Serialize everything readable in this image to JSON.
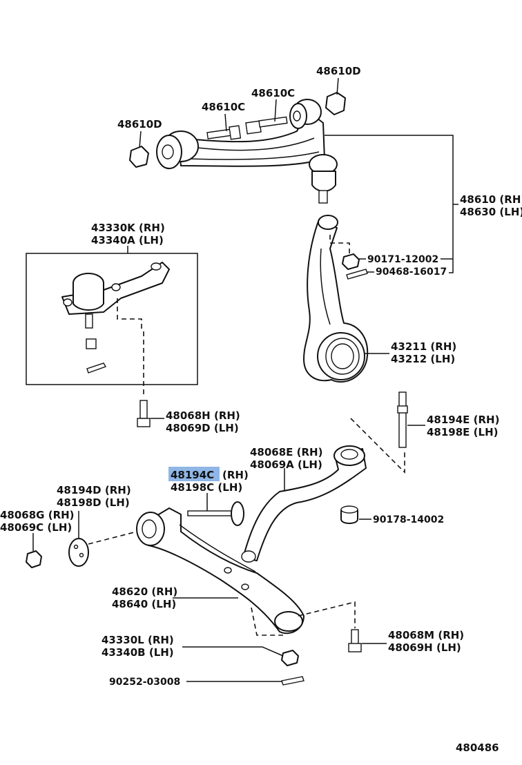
{
  "labels": {
    "nut_upper_right": "48610D",
    "bolt_upper_right": "48610C",
    "bolt_upper_left": "48610C",
    "nut_upper_left": "48610D",
    "upper_arm_rh": "48610 (RH)",
    "upper_arm_lh": "48630 (LH)",
    "nut_knuckle": "90171-12002",
    "pin_knuckle": "90468-16017",
    "ball_joint_rh": "43330K (RH)",
    "ball_joint_lh": "43340A (LH)",
    "knuckle_rh": "43211 (RH)",
    "knuckle_lh": "43212 (LH)",
    "bolt_ball_rh": "48068H (RH)",
    "bolt_ball_lh": "48069D (LH)",
    "stud_rh": "48194E (RH)",
    "stud_lh": "48198E (LH)",
    "lower_rear_rh": "48068E (RH)",
    "lower_rear_lh": "48069A (LH)",
    "cam_bolt_rh_code": "48194C",
    "cam_bolt_rh_suffix": "(RH)",
    "cam_bolt_lh": "48198C (LH)",
    "cam_plate_rh": "48194D (RH)",
    "cam_plate_lh": "48198D (LH)",
    "nut_lower": "90178-14002",
    "nut_front_rh": "48068G (RH)",
    "nut_front_lh": "48069C (LH)",
    "lower_arm_rh": "48620 (RH)",
    "lower_arm_lh": "48640 (LH)",
    "lower_bolt_rh": "48068M (RH)",
    "lower_bolt_lh": "48069H (LH)",
    "lower_ball_rh": "43330L (RH)",
    "lower_ball_lh": "43340B (LH)",
    "cotter_pin": "90252-03008",
    "figure_number": "480486"
  },
  "highlight": {
    "color": "#8fb6e6"
  }
}
